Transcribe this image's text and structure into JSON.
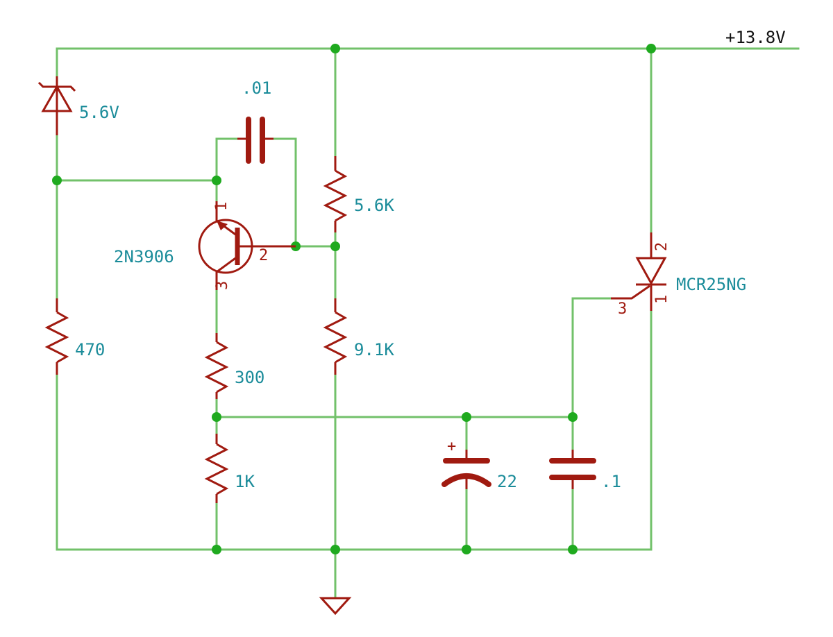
{
  "supply": {
    "label": "+13.8V"
  },
  "zener": {
    "value": "5.6V"
  },
  "resistors": {
    "r470": "470",
    "r300": "300",
    "r1k": "1K",
    "r5k6": "5.6K",
    "r9k1": "9.1K"
  },
  "capacitors": {
    "c_feedback": ".01",
    "c_electrolytic": "22",
    "c_gate": ".1",
    "polarity_mark": "+"
  },
  "transistor": {
    "part": "2N3906",
    "pin_emitter": "1",
    "pin_base": "2",
    "pin_collector": "3"
  },
  "scr": {
    "part": "MCR25NG",
    "pin_cathode": "1",
    "pin_anode": "2",
    "pin_gate": "3"
  },
  "colors": {
    "wire": "#72c16a",
    "component": "#a01a10",
    "label": "#1b8c9a",
    "junction": "#1faa1f"
  }
}
